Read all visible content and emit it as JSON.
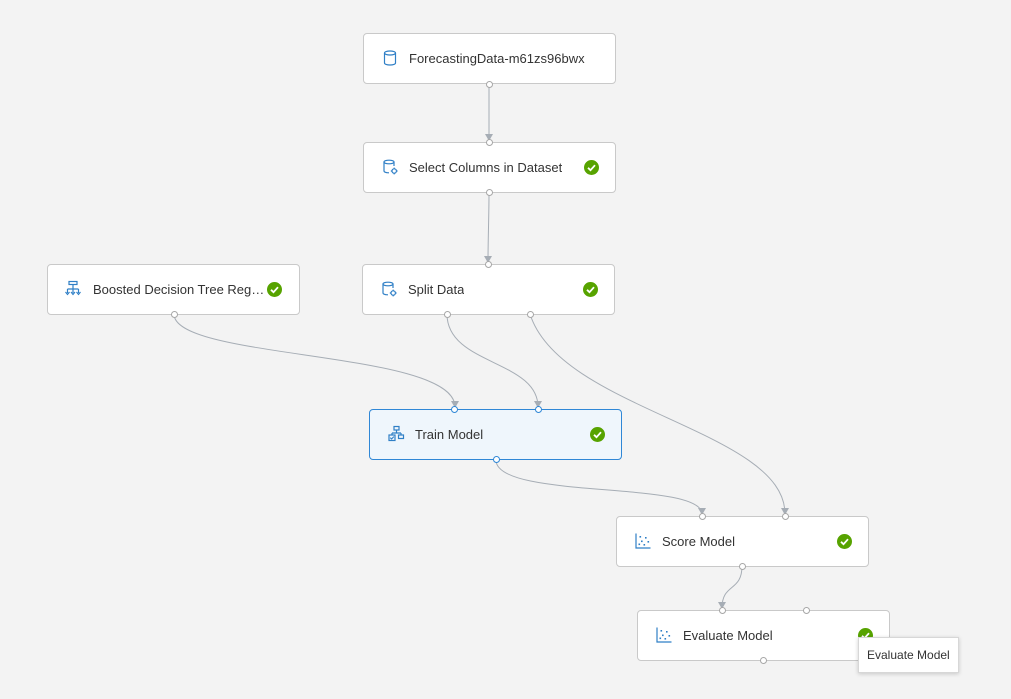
{
  "pipeline": {
    "nodes": {
      "dataset": {
        "label": "ForecastingData-m61zs96bwx",
        "icon": "dataset-icon",
        "completed": false
      },
      "select_columns": {
        "label": "Select Columns in Dataset",
        "icon": "data-transform-icon",
        "completed": true
      },
      "boosted_tree": {
        "label": "Boosted Decision Tree Regre...",
        "icon": "algorithm-tree-icon",
        "completed": true
      },
      "split_data": {
        "label": "Split Data",
        "icon": "data-transform-icon",
        "completed": true
      },
      "train_model": {
        "label": "Train Model",
        "icon": "train-model-icon",
        "completed": true,
        "selected": true
      },
      "score_model": {
        "label": "Score Model",
        "icon": "scatter-chart-icon",
        "completed": true
      },
      "evaluate_model": {
        "label": "Evaluate Model",
        "icon": "scatter-chart-icon",
        "completed": true
      }
    },
    "tooltip": {
      "text": "Evaluate Model"
    }
  },
  "colors": {
    "background": "#f3f3f3",
    "node_border": "#c9c9c9",
    "selected_border": "#2f87d6",
    "selected_fill": "#eff6fc",
    "icon_blue": "#2f7fc6",
    "success_green": "#57a300",
    "edge": "#a6adb5"
  }
}
